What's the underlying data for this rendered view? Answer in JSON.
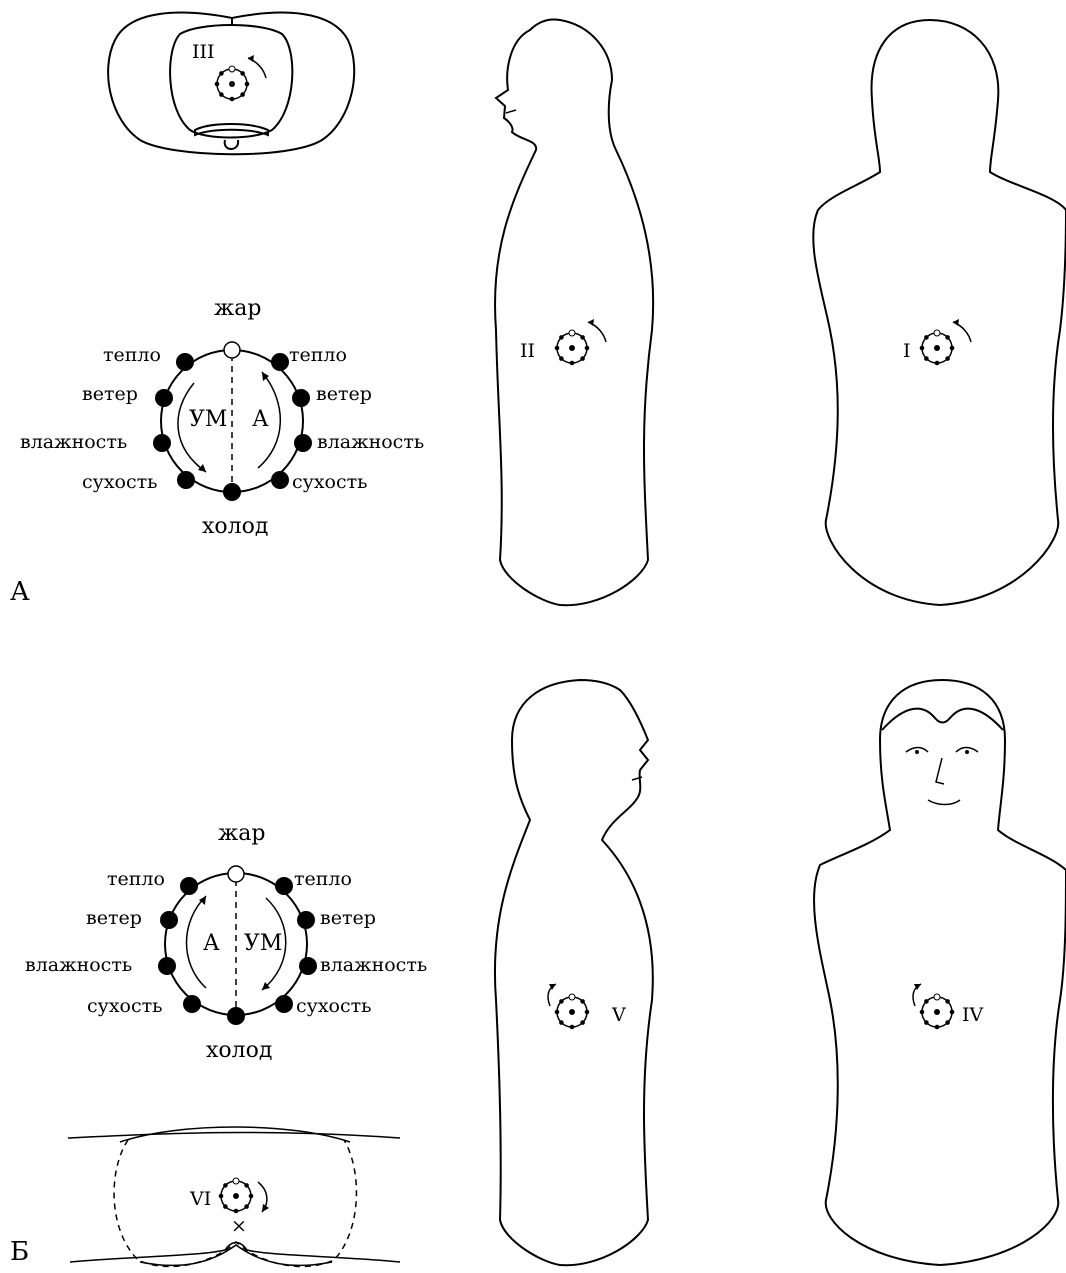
{
  "panels": {
    "a": "А",
    "b": "Б"
  },
  "diagram_a": {
    "top": "жар",
    "bottom": "холод",
    "left_labels": [
      "тепло",
      "ветер",
      "влажность",
      "сухость"
    ],
    "right_labels": [
      "тепло",
      "ветер",
      "влажность",
      "сухость"
    ],
    "left_inner": "УМ",
    "right_inner": "А"
  },
  "diagram_b": {
    "top": "жар",
    "bottom": "холод",
    "left_labels": [
      "тепло",
      "ветер",
      "влажность",
      "сухость"
    ],
    "right_labels": [
      "тепло",
      "ветер",
      "влажность",
      "сухость"
    ],
    "left_inner": "А",
    "right_inner": "УМ"
  },
  "markers": {
    "I": "I",
    "II": "II",
    "III": "III",
    "IV": "IV",
    "V": "V",
    "VI": "VI"
  }
}
